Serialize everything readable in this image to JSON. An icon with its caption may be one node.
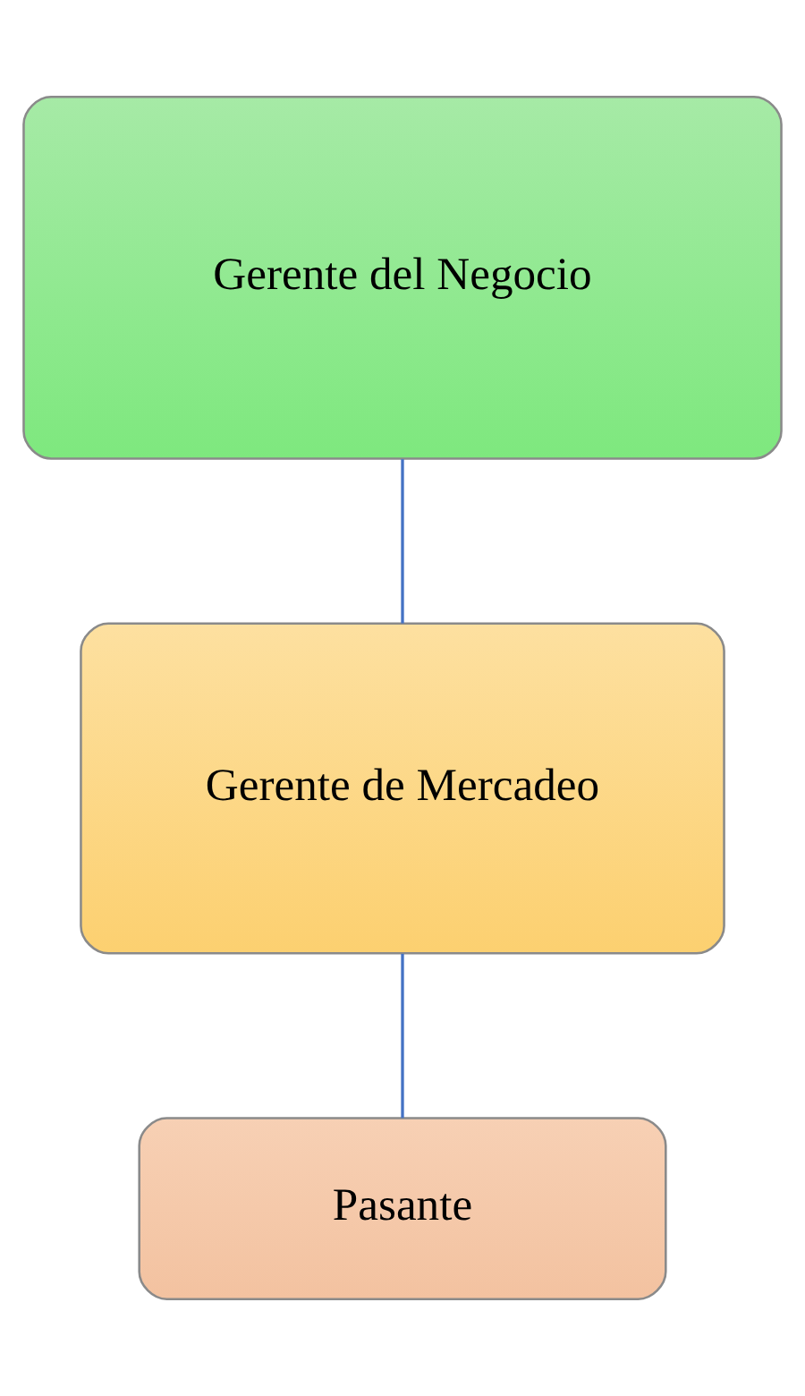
{
  "diagram": {
    "nodes": [
      {
        "text": [
          "Gerente del Negocio"
        ]
      },
      {
        "text": [
          "Gerente de Mercadeo"
        ]
      },
      {
        "text": [
          "Pasante"
        ]
      }
    ],
    "edges": [
      {
        "from": 0,
        "to": 1,
        "arrow": "none"
      },
      {
        "from": 1,
        "to": 2,
        "arrow": "none"
      }
    ]
  }
}
